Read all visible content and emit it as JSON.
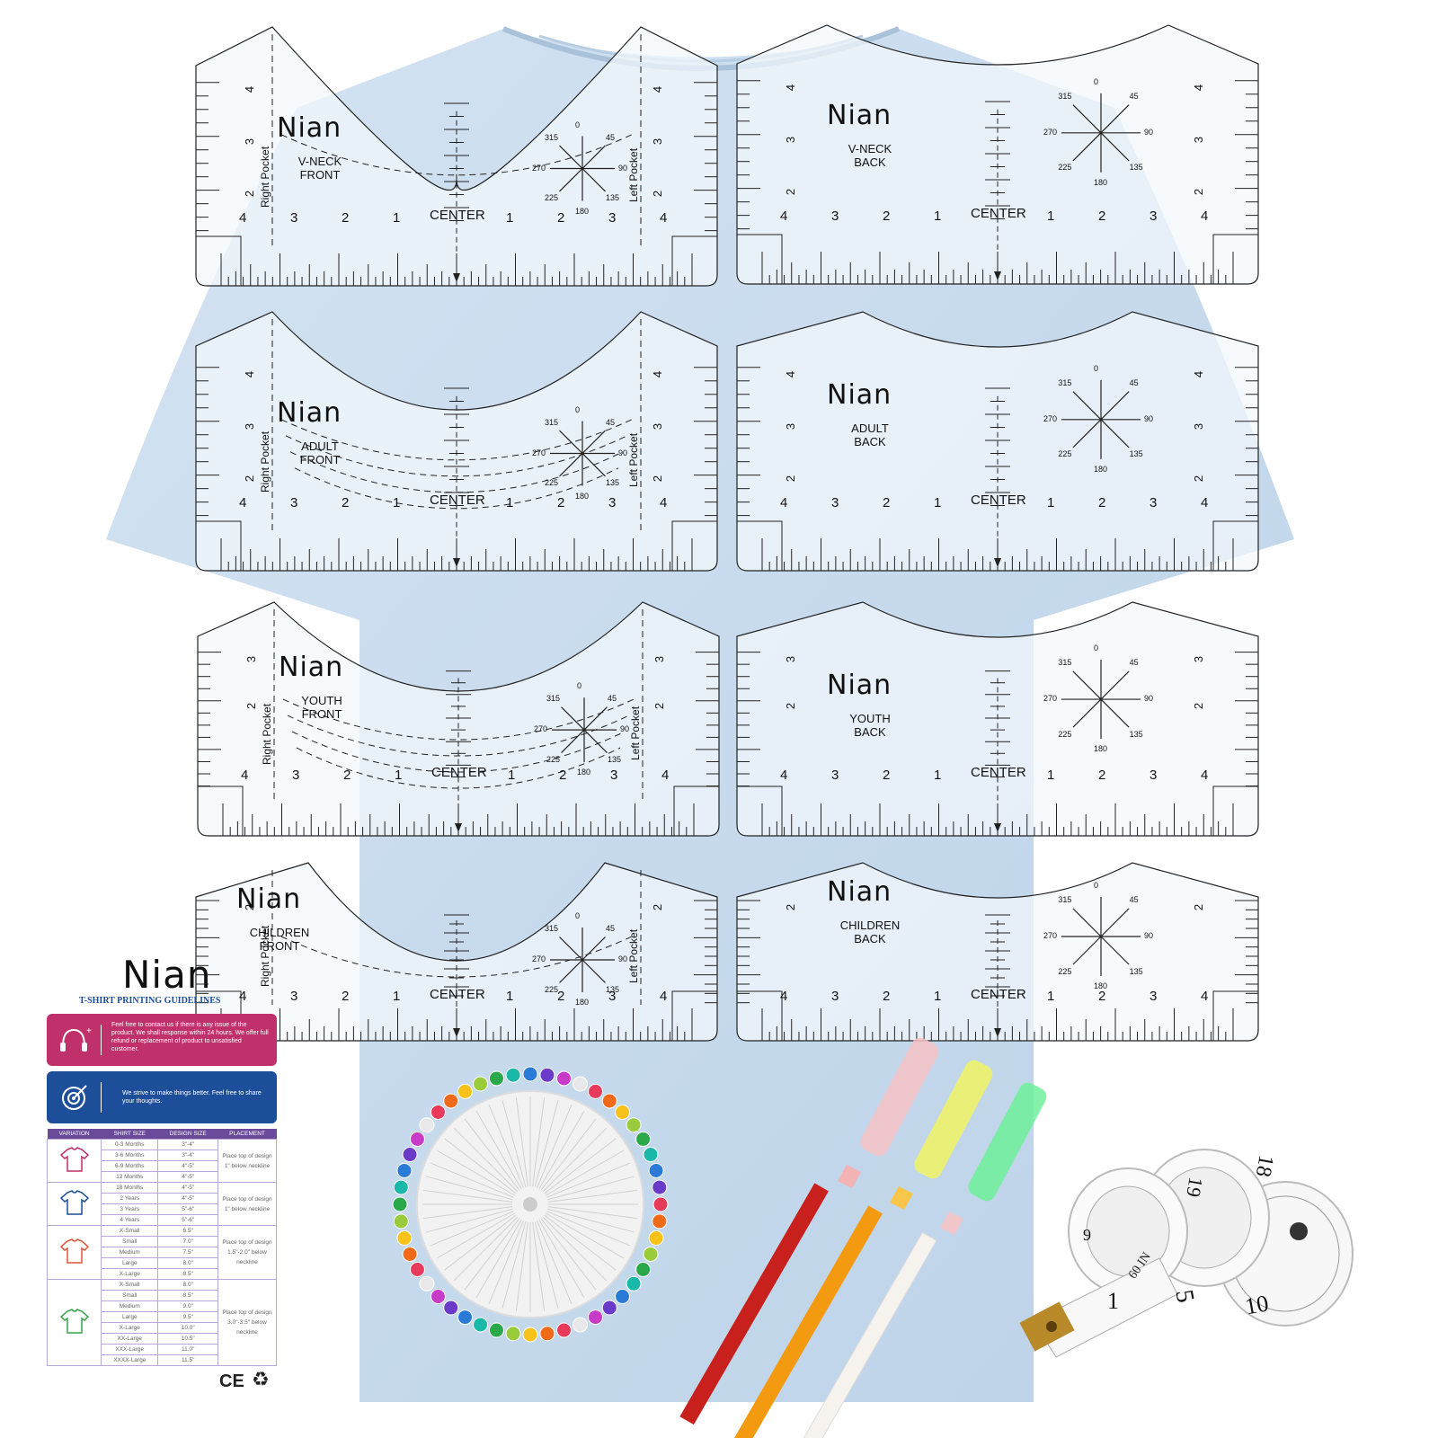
{
  "brand": "Nian",
  "rulers": [
    {
      "id": "vneck-front",
      "title": "V-NECK\nFRONT",
      "center": "CENTER",
      "pockets": [
        "Right Pocket",
        "Left Pocket"
      ],
      "nums": [
        "4",
        "3",
        "2",
        "1",
        "1",
        "2",
        "3",
        "4"
      ],
      "side": [
        "4",
        "3",
        "2"
      ],
      "degrees": [
        "0",
        "45",
        "90",
        "135",
        "180",
        "225",
        "270",
        "315"
      ]
    },
    {
      "id": "vneck-back",
      "title": "V-NECK\nBACK",
      "center": "CENTER",
      "nums": [
        "4",
        "3",
        "2",
        "1",
        "1",
        "2",
        "3",
        "4"
      ],
      "side": [
        "4",
        "3",
        "2"
      ],
      "degrees": [
        "0",
        "45",
        "90",
        "135",
        "180",
        "225",
        "270",
        "315"
      ]
    },
    {
      "id": "adult-front",
      "title": "ADULT\nFRONT",
      "center": "CENTER",
      "pockets": [
        "Right Pocket",
        "Left Pocket"
      ],
      "nums": [
        "4",
        "3",
        "2",
        "1",
        "1",
        "2",
        "3",
        "4"
      ],
      "side": [
        "4",
        "3",
        "2"
      ],
      "degrees": [
        "0",
        "45",
        "90",
        "135",
        "180",
        "225",
        "270",
        "315"
      ]
    },
    {
      "id": "adult-back",
      "title": "ADULT\nBACK",
      "center": "CENTER",
      "nums": [
        "4",
        "3",
        "2",
        "1",
        "1",
        "2",
        "3",
        "4"
      ],
      "side": [
        "4",
        "3",
        "2"
      ],
      "degrees": [
        "0",
        "45",
        "90",
        "135",
        "180",
        "225",
        "270",
        "315"
      ]
    },
    {
      "id": "youth-front",
      "title": "YOUTH\nFRONT",
      "center": "CENTER",
      "pockets": [
        "Right Pocket",
        "Left Pocket"
      ],
      "nums": [
        "4",
        "3",
        "2",
        "1",
        "1",
        "2",
        "3",
        "4"
      ],
      "side": [
        "3",
        "2"
      ],
      "degrees": [
        "0",
        "45",
        "90",
        "135",
        "180",
        "225",
        "270",
        "315"
      ]
    },
    {
      "id": "youth-back",
      "title": "YOUTH\nBACK",
      "center": "CENTER",
      "nums": [
        "4",
        "3",
        "2",
        "1",
        "1",
        "2",
        "3",
        "4"
      ],
      "side": [
        "3",
        "2"
      ],
      "degrees": [
        "0",
        "45",
        "90",
        "135",
        "180",
        "225",
        "270",
        "315"
      ]
    },
    {
      "id": "children-front",
      "title": "CHILDREN\nFRONT",
      "center": "CENTER",
      "pockets": [
        "Right Pocket",
        "Left Pocket"
      ],
      "nums": [
        "4",
        "3",
        "2",
        "1",
        "1",
        "2",
        "3",
        "4"
      ],
      "side": [
        "2"
      ],
      "degrees": [
        "0",
        "45",
        "90",
        "135",
        "180",
        "225",
        "270",
        "315"
      ]
    },
    {
      "id": "children-back",
      "title": "CHILDREN\nBACK",
      "center": "CENTER",
      "nums": [
        "4",
        "3",
        "2",
        "1",
        "1",
        "2",
        "3",
        "4"
      ],
      "side": [
        "2"
      ],
      "degrees": [
        "0",
        "45",
        "90",
        "135",
        "180",
        "225",
        "270",
        "315"
      ]
    }
  ],
  "card": {
    "brand": "Nian",
    "heading": "T-SHIRT PRINTING GUIDELINES",
    "contact_text": "Feel free to contact us if there is any issue of the product. We shall response within 24 hours. We offer full refund or replacement of product to unsatisfied customer.",
    "feedback_text": "We strive to make things better. Feel free to share your thoughts.",
    "columns": [
      "VARIATION",
      "SHIRT SIZE",
      "DESIGN SIZE",
      "PLACEMENT"
    ],
    "groups": [
      {
        "color": "#c0306a",
        "rows": [
          [
            "0-3 Months",
            "3\"-4\""
          ],
          [
            "3-6 Months",
            "3\"-4\""
          ],
          [
            "6-9 Months",
            "4\"-5\""
          ],
          [
            "12 Months",
            "4\"-5\""
          ]
        ],
        "placement": "Place top of design 1\" below neckline"
      },
      {
        "color": "#1d4e9a",
        "rows": [
          [
            "18 Months",
            "4\"-5\""
          ],
          [
            "2 Years",
            "4\"-5\""
          ],
          [
            "3 Years",
            "5\"-6\""
          ],
          [
            "4 Years",
            "5\"-6\""
          ]
        ],
        "placement": "Place top of design 1\" below neckline"
      },
      {
        "color": "#e0553a",
        "rows": [
          [
            "X-Small",
            "6.5\""
          ],
          [
            "Small",
            "7.0\""
          ],
          [
            "Medium",
            "7.5\""
          ],
          [
            "Large",
            "8.0\""
          ],
          [
            "X-Large",
            "8.5\""
          ]
        ],
        "placement": "Place top of design 1.5\"-2.0\" below neckline"
      },
      {
        "color": "#3aa24a",
        "rows": [
          [
            "X-Small",
            "8.0\""
          ],
          [
            "Small",
            "8.5\""
          ],
          [
            "Medium",
            "9.0\""
          ],
          [
            "Large",
            "9.5\""
          ],
          [
            "X-Large",
            "10.0\""
          ],
          [
            "XX-Large",
            "10.5\""
          ],
          [
            "XXX-Large",
            "11.0\""
          ],
          [
            "XXXX-Large",
            "11.5\""
          ]
        ],
        "placement": "Place top of design 3.0\"-3.5\" below neckline"
      }
    ],
    "marks": [
      "CE",
      "♻"
    ]
  },
  "tape": {
    "labels": [
      "60 IN",
      "1",
      "5",
      "9",
      "10",
      "18",
      "19"
    ]
  },
  "colors": {
    "shirt": "#c8dcee",
    "shirt_shade": "#b4cbe2",
    "ruler_fill": "#f3f7fb",
    "pen_red": "#c8201c",
    "pen_orange": "#f39a10",
    "pen_white": "#f6f2ee"
  }
}
